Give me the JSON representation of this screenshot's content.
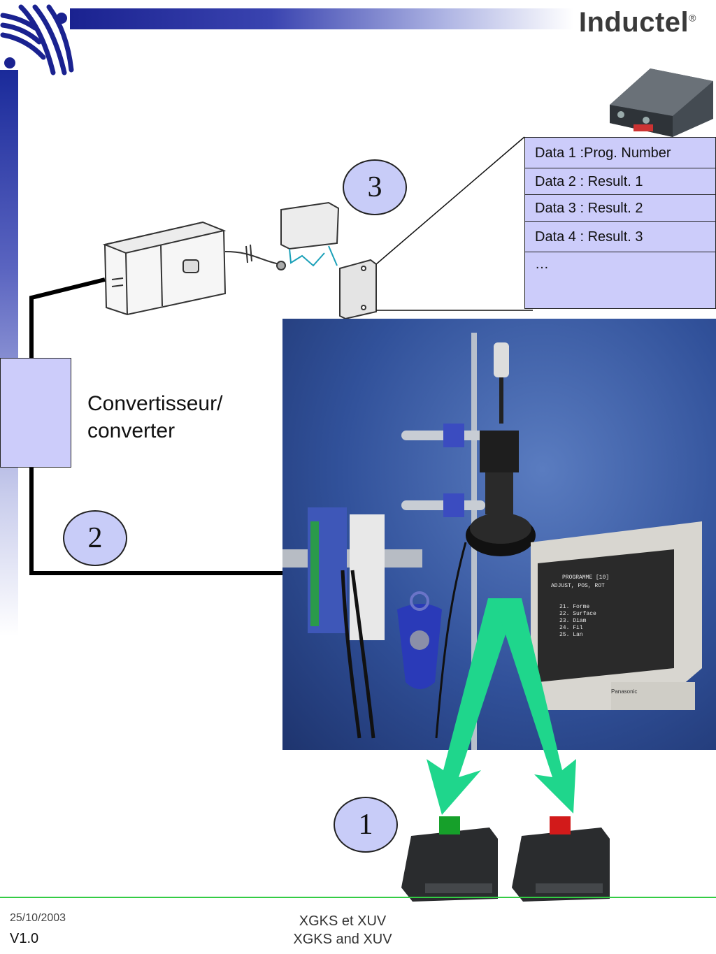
{
  "header": {
    "brand": "Inductel",
    "registered_mark": "®"
  },
  "labels": {
    "step1": "1",
    "step2": "2",
    "step3": "3",
    "converter": "Convertisseur/",
    "converter_line2": "converter"
  },
  "data_table": {
    "rows": [
      "Data 1 :Prog. Number",
      "Data 2 : Result. 1",
      "Data 3 : Result. 2",
      "Data 4 : Result. 3",
      "…"
    ]
  },
  "photo": {
    "screen_text": [
      "PROGRAMME [10]",
      "ADJUST, POS, ROT",
      "21. Forme",
      "22. Surface",
      "23. Diam",
      "24. Fil",
      "25. Lan"
    ],
    "panasonic_label": "Panasonic"
  },
  "footer": {
    "date": "25/10/2003",
    "version": "V1.0",
    "title_fr": "XGKS et XUV",
    "title_en": "XGKS and XUV"
  },
  "colors": {
    "accent_blue": "#1a2290",
    "label_fill": "#c8ccf8",
    "arrow_green": "#1fd68c",
    "footer_line": "#33cc44"
  }
}
